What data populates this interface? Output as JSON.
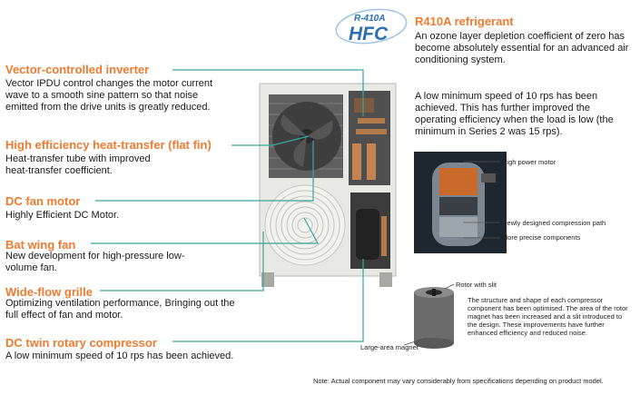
{
  "logo": {
    "top": "R-410A",
    "bottom": "HFC"
  },
  "refrigerant": {
    "title": "R410A refrigerant",
    "body": "An ozone layer depletion coefficient of zero has become absolutely essential for an advanced air conditioning system."
  },
  "min_speed_note": "A low minimum speed of 10 rps has been achieved. This has further improved the operating efficiency when the load is low (the minimum in Series 2 was 15 rps).",
  "features": [
    {
      "title": "Vector-controlled inverter",
      "body": "Vector IPDU control changes the motor current wave to a smooth sine pattern so that noise emitted from the drive units is greatly reduced."
    },
    {
      "title": "High efficiency heat-transfer (flat fin)",
      "body": "Heat-transfer tube with improved heat-transfer coefficient."
    },
    {
      "title": "DC fan motor",
      "body": "Highly Efficient DC Motor."
    },
    {
      "title": "Bat wing fan",
      "body": "New development for high-pressure low-volume fan."
    },
    {
      "title": "Wide-flow grille",
      "body": "Optimizing ventilation performance, Bringing out the full effect of  fan and motor."
    },
    {
      "title": "DC twin rotary compressor",
      "body": "A low minimum speed of 10 rps has been achieved."
    }
  ],
  "compressor_labels": {
    "high_power_motor": "High power motor",
    "compression_path": "Newly designed compression path",
    "precise_components": "More precise components"
  },
  "rotor": {
    "label": "Rotor with slit",
    "magnet": "Large-area magnet",
    "description": "The structure and shape of each compressor component has been optimised. The area of the rotor magnet has been increased and a slit introduced to the design. These improvements have further enhanced efficiency and reduced noise."
  },
  "footnote": "Note: Actual component may vary considerably from specifications depending on product model.",
  "colors": {
    "accent": "#ee7b30",
    "callout_line": "#3aa79a",
    "logo_blue": "#2a6fb0"
  }
}
